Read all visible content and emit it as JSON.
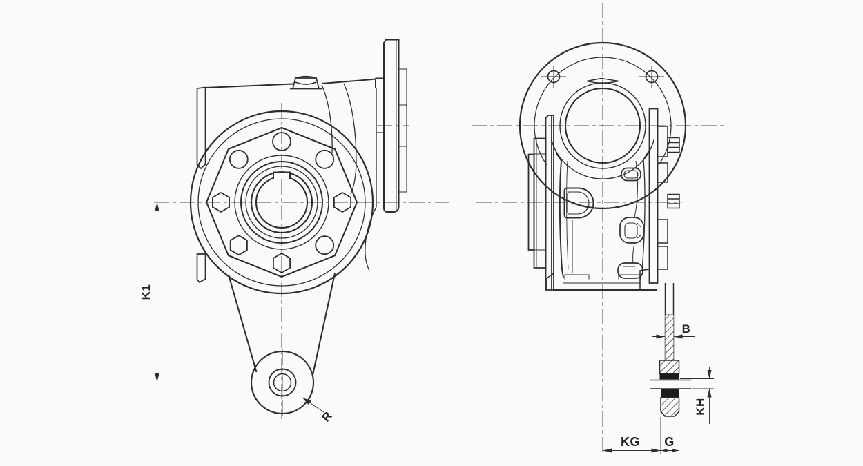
{
  "canvas": {
    "background": "#fafaf8",
    "line_color": "#2e2e2e",
    "centerline_color": "#4a4a4a",
    "dark_fill": "#1c1c1c"
  },
  "drawing": {
    "labels": {
      "k1": "K1",
      "r": "R",
      "b": "B",
      "kh": "KH",
      "kg": "KG",
      "g": "G"
    }
  }
}
